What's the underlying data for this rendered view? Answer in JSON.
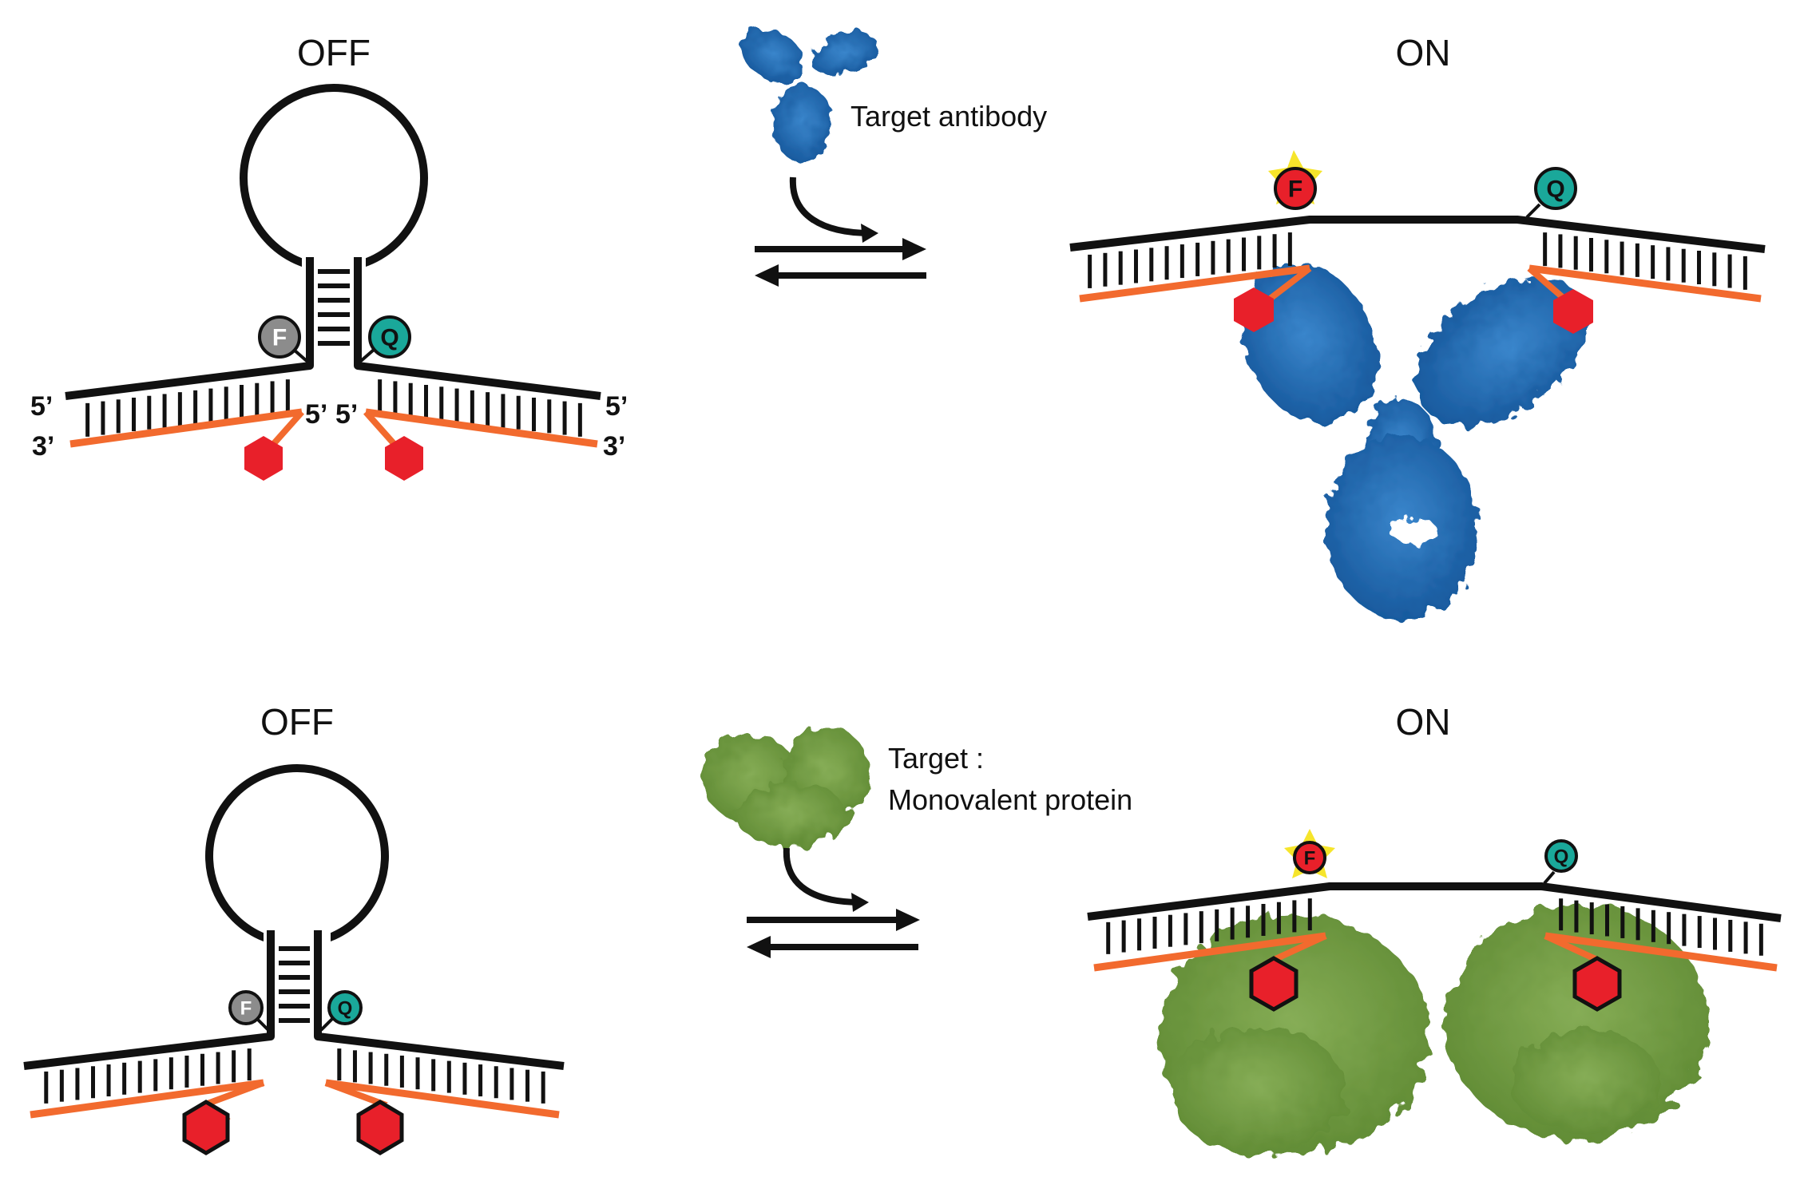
{
  "panel_top": {
    "off_label": "OFF",
    "on_label": "ON",
    "target_label": "Target antibody",
    "ends": {
      "five_prime": "5’",
      "three_prime": "3’"
    },
    "fluorophore": "F",
    "quencher": "Q"
  },
  "panel_bottom": {
    "off_label": "OFF",
    "on_label": "ON",
    "target_label_line1": "Target :",
    "target_label_line2": "Monovalent protein",
    "fluorophore": "F",
    "quencher": "Q"
  },
  "colors": {
    "dna_strand": "#111111",
    "recognition_strand": "#f26a2e",
    "recognition_element": "#e8202a",
    "fluorophore_off": "#8c8c8c",
    "fluorophore_on": "#e8202a",
    "fluorophore_glow": "#f6e52b",
    "quencher": "#1aa89a",
    "antibody": "#1f6db4",
    "monovalent_protein": "#6f9a3f"
  }
}
